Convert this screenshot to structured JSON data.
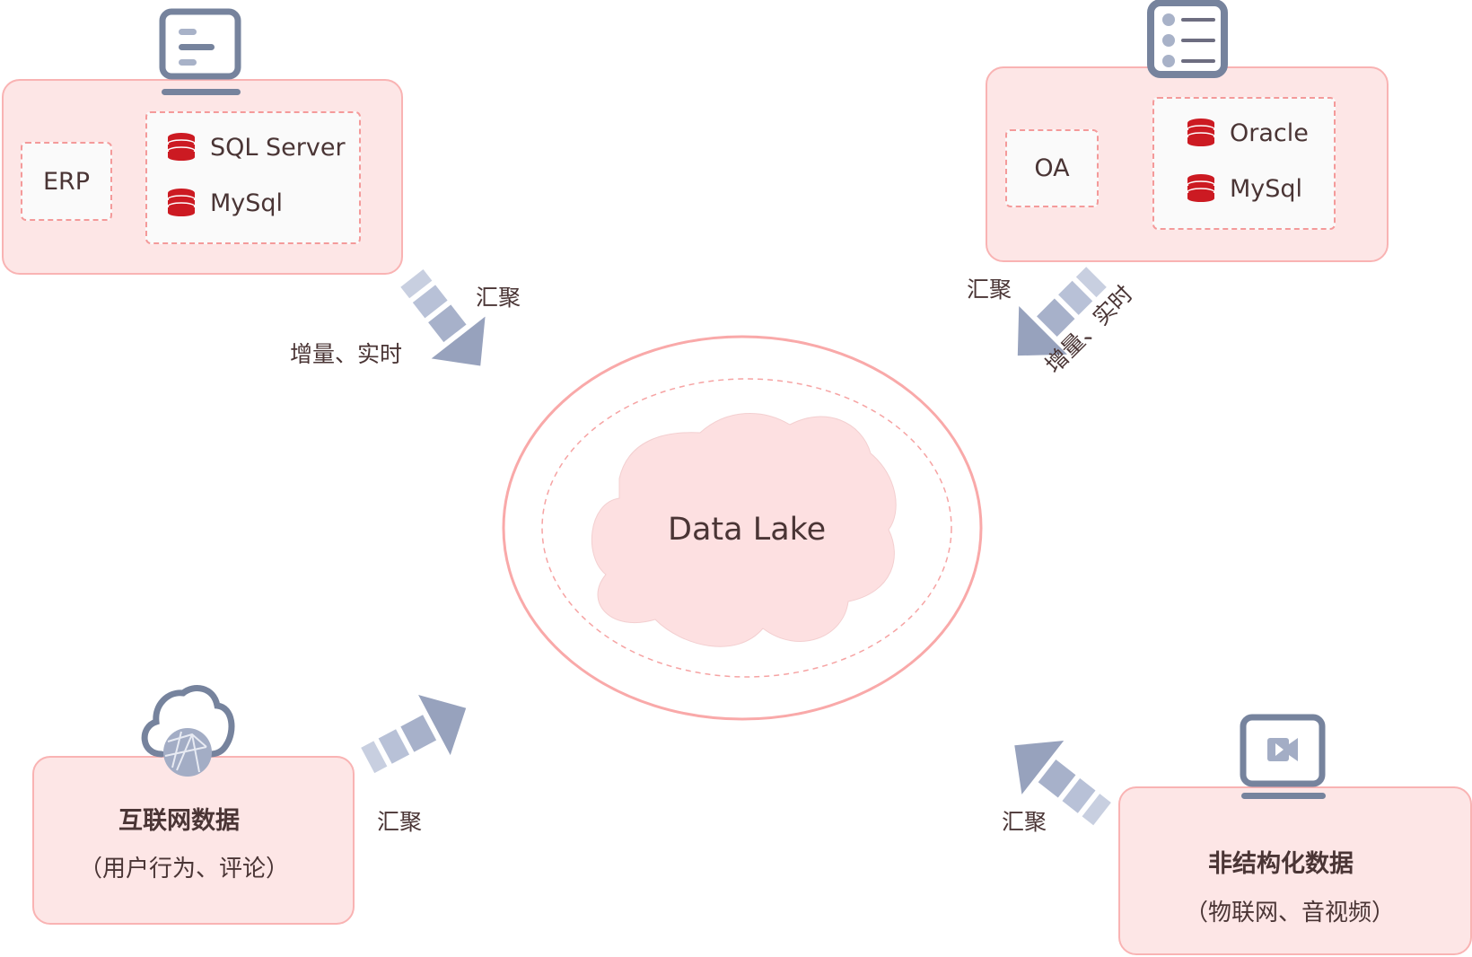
{
  "center": {
    "label": "Data Lake"
  },
  "sources": {
    "erp": {
      "system": "ERP",
      "databases": [
        "SQL Server",
        "MySql"
      ],
      "icon": "document-monitor-icon"
    },
    "oa": {
      "system": "OA",
      "databases": [
        "Oracle",
        "MySql"
      ],
      "icon": "list-icon"
    },
    "internet": {
      "title": "互联网数据",
      "subtitle": "（用户行为、评论）",
      "icon": "cloud-globe-icon"
    },
    "unstructured": {
      "title": "非结构化数据",
      "subtitle": "（物联网、音视频）",
      "icon": "video-monitor-icon"
    }
  },
  "flows": {
    "top_left": {
      "label": "汇聚",
      "sublabel": "增量、实时"
    },
    "top_right": {
      "label": "汇聚",
      "sublabel": "增量、实时"
    },
    "bottom_left": {
      "label": "汇聚"
    },
    "bottom_right": {
      "label": "汇聚"
    }
  },
  "colors": {
    "panel_fill": "#fde6e6",
    "panel_border": "#f9b3b3",
    "db_red": "#cc1a22",
    "icon_slate": "#76839d",
    "arrow_blue": "#98a4c0",
    "text": "#4a3535"
  }
}
